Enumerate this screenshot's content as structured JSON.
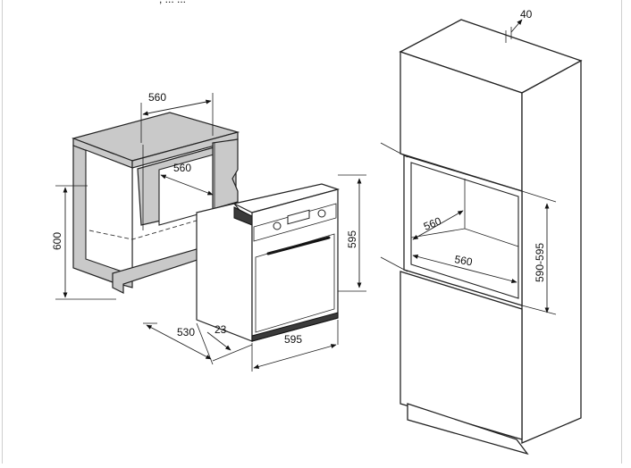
{
  "caption_fragment": ", ... ...",
  "left_diagram": {
    "cabinet_width": "560",
    "cabinet_depth": "560",
    "cabinet_height": "600",
    "oven_height": "595",
    "oven_width": "595",
    "oven_depth": "530",
    "door_offset": "23"
  },
  "right_diagram": {
    "top_gap": "40",
    "niche_depth": "560",
    "niche_width": "560",
    "niche_height": "590-595"
  }
}
